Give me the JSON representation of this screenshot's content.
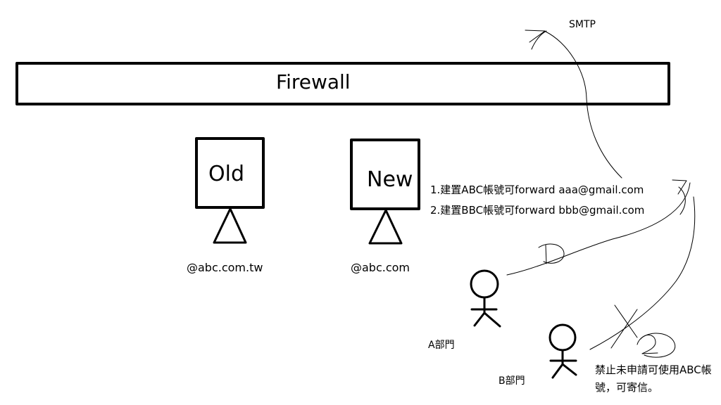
{
  "firewall": {
    "label": "Firewall"
  },
  "servers": {
    "old": {
      "label": "Old",
      "domain": "@abc.com.tw"
    },
    "new": {
      "label": "New",
      "domain": "@abc.com"
    }
  },
  "smtp_label": "SMTP",
  "forward_notes": [
    "1.建置ABC帳號可forward aaa@gmail.com",
    "2.建置BBC帳號可forward bbb@gmail.com"
  ],
  "departments": {
    "a": {
      "label": "A部門"
    },
    "b": {
      "label": "B部門"
    }
  },
  "restriction_note": "禁止未申請可使用ABC帳號，可寄信。",
  "colors": {
    "stroke": "#000000",
    "background": "#ffffff"
  }
}
